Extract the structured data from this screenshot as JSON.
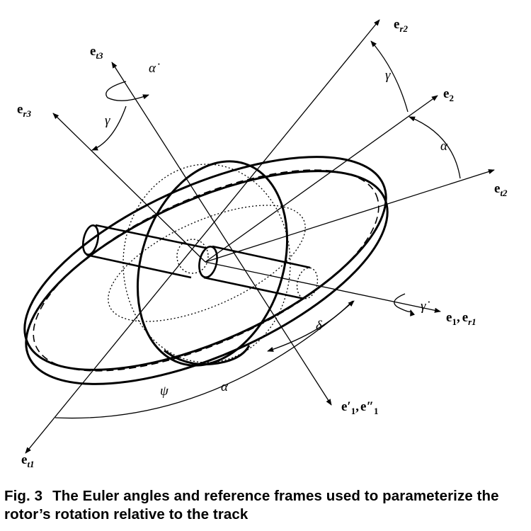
{
  "labels": {
    "e_r2": {
      "base": "e",
      "sub": "r2"
    },
    "e_t3": {
      "base": "e",
      "sub": "t3"
    },
    "e_r3": {
      "base": "e",
      "sub": "r3"
    },
    "e_2": {
      "base": "e",
      "sub": "2"
    },
    "e_t2": {
      "base": "e",
      "sub": "t2"
    },
    "e_1_r1": {
      "base1": "e",
      "sub1": "1",
      "sep": ",",
      "base2": "e",
      "sub2": "r1"
    },
    "e_1_prime": {
      "text": "e′",
      "sub1": "1",
      "sep": ",",
      "text2": "e″",
      "sub2": "1"
    },
    "e_t1": {
      "base": "e",
      "sub": "t1"
    },
    "alpha_dot": "α̇",
    "gamma_dot": "γ̇",
    "gamma_top": "γ",
    "gamma_left": "γ",
    "alpha_right": "α",
    "delta": "δ",
    "psi": "ψ",
    "alpha_bottom": "α"
  },
  "caption": {
    "fig_num": "Fig. 3",
    "text": "The Euler angles and reference frames used to parameterize the rotor’s rotation relative to the track"
  }
}
